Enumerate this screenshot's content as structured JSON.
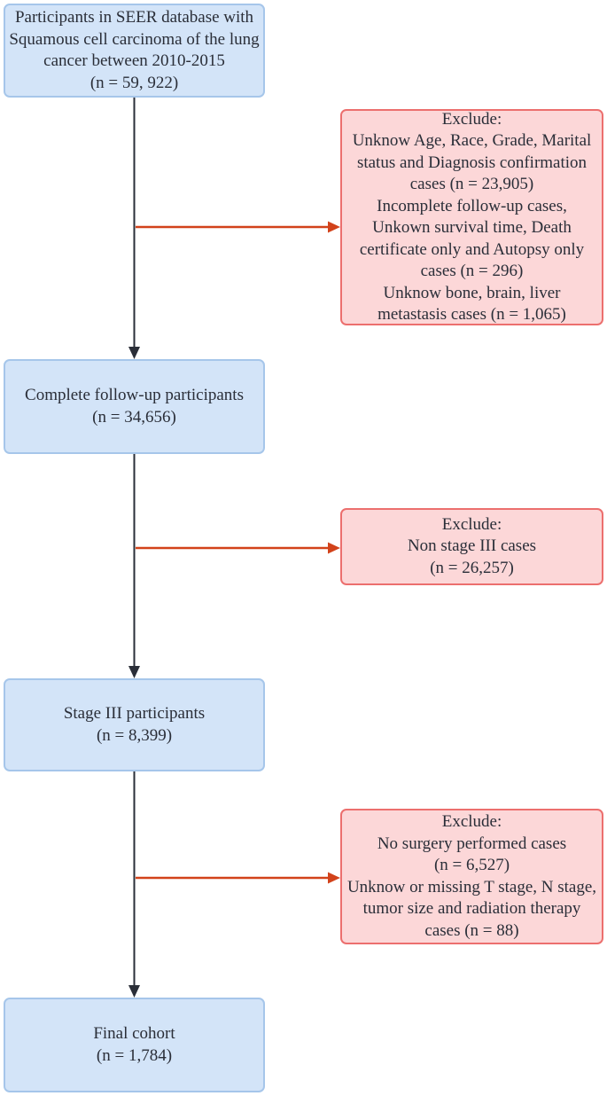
{
  "flowchart": {
    "cohort_boxes": [
      {
        "name": "seer-database",
        "lines": [
          "Participants in SEER database with",
          "Squamous cell carcinoma of the lung",
          "cancer between 2010-2015",
          "(n = 59, 922)"
        ]
      },
      {
        "name": "complete-followup",
        "lines": [
          "Complete follow-up participants",
          "(n = 34,656)"
        ]
      },
      {
        "name": "stage-iii",
        "lines": [
          "Stage III participants",
          "(n = 8,399)"
        ]
      },
      {
        "name": "final-cohort",
        "lines": [
          "Final cohort",
          "(n = 1,784)"
        ]
      }
    ],
    "exclude_boxes": [
      {
        "name": "exclude-1",
        "lines": [
          "Exclude:",
          "Unknow Age, Race, Grade, Marital",
          "status and Diagnosis confirmation",
          "cases (n = 23,905)",
          "Incomplete follow-up cases,",
          "Unkown survival time, Death",
          "certificate only and Autopsy only",
          "cases (n = 296)",
          "Unknow bone, brain, liver",
          "metastasis cases (n = 1,065)"
        ]
      },
      {
        "name": "exclude-2",
        "lines": [
          "Exclude:",
          "Non stage III cases",
          "(n = 26,257)"
        ]
      },
      {
        "name": "exclude-3",
        "lines": [
          "Exclude:",
          "No surgery performed cases",
          "(n = 6,527)",
          "Unknow or missing T stage, N stage,",
          "tumor size and radiation therapy",
          "cases (n = 88)"
        ]
      }
    ],
    "colors": {
      "cohort_fill": "#d3e4f8",
      "cohort_border": "#a6c6ea",
      "exclude_fill": "#fcd7d8",
      "exclude_border": "#ec6f6e",
      "flow_arrow": "#2a2e38",
      "exclude_arrow": "#d2421a",
      "text": "#2a2e38"
    }
  }
}
